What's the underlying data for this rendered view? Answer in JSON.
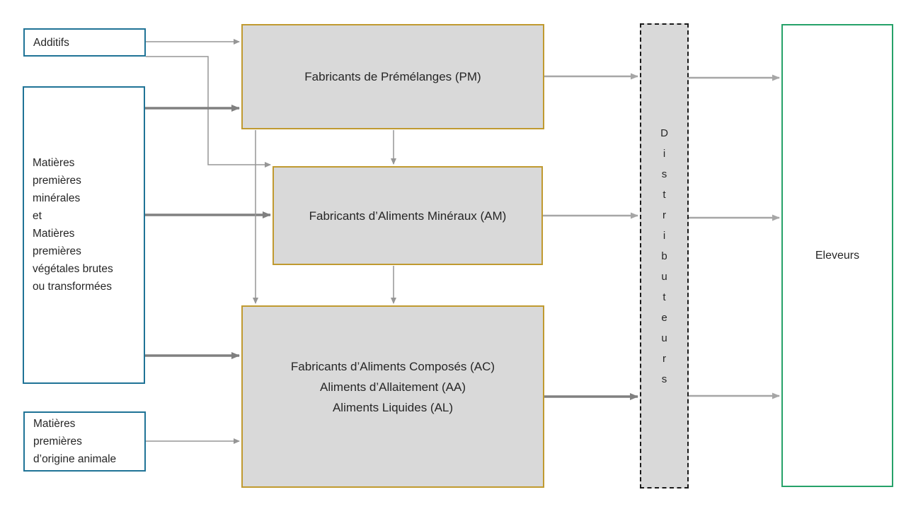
{
  "diagram": {
    "title": "",
    "sources": {
      "additifs": {
        "label": "Additifs"
      },
      "raw_materials": {
        "label": "Matières\npremières\nminérales\net\nMatières\npremières\nvégétales brutes\nou transformées"
      },
      "animal_materials": {
        "label": "Matières\npremières\nd’origine animale"
      }
    },
    "manufacturers": {
      "pm": {
        "label": "Fabricants de Prémélanges (PM)"
      },
      "am": {
        "label": "Fabricants d’Aliments Minéraux (AM)"
      },
      "ac": {
        "label": "Fabricants d’Aliments Composés (AC)\nAliments d’Allaitement (AA)\nAliments Liquides (AL)"
      }
    },
    "distribution": {
      "distributeurs": {
        "label_vertical": "D\ni\ns\nt\nr\ni\nb\nu\nt\ne\nu\nr\ns"
      }
    },
    "farmers": {
      "eleveurs": {
        "label": "Eleveurs"
      }
    },
    "colors": {
      "source_border": "#1f7396",
      "manufacturer_border": "#c09a30",
      "manufacturer_fill": "#d9d9d9",
      "distributor_border": "#1a1a1a",
      "distributor_fill": "#d9d9d9",
      "farmer_border": "#26a269",
      "arrow_light": "#a6a6a6",
      "arrow_dark": "#808080"
    }
  }
}
